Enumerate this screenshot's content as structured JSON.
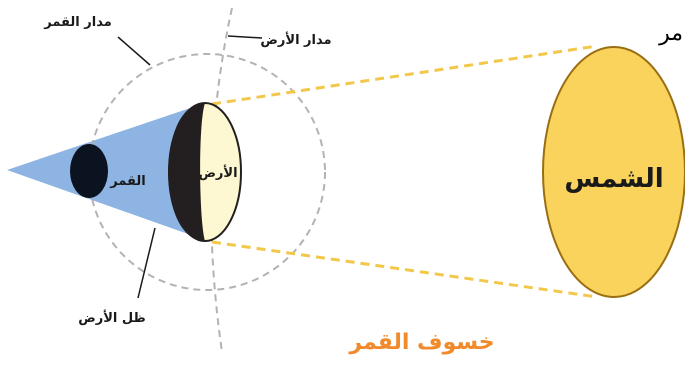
{
  "diagram": {
    "title": "خسوف القمر",
    "corner_text": "مر",
    "labels": {
      "moon_orbit": "مدار القمر",
      "earth_orbit": "مدار الأرض",
      "moon": "القمر",
      "earth": "الأرض",
      "sun": "الشمس",
      "earth_shadow": "ظل الأرض"
    },
    "colors": {
      "sun_fill": "#F9D35B",
      "sun_stroke": "#9A6E12",
      "earth_day": "#FDF8D2",
      "earth_night": "#231F20",
      "moon": "#0B1320",
      "shadow": "#8DB4E3",
      "rays": "#F2C84B",
      "orbit": "#B3B3B3",
      "title": "#F08A2B"
    }
  }
}
